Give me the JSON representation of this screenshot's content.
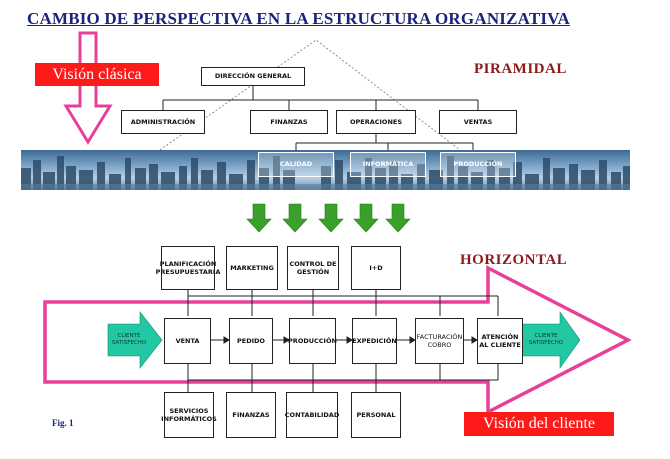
{
  "title": "CAMBIO DE PERSPECTIVA EN LA ESTRUCTURA ORGANIZATIVA",
  "labels": {
    "classic_view": "Visión clásica",
    "client_view": "Visión del cliente",
    "pyramidal": "PIRAMIDAL",
    "horizontal": "HORIZONTAL",
    "figure": "Fig. 1"
  },
  "pyramid": {
    "top": "DIRECCIÓN GENERAL",
    "level2": [
      "ADMINISTRACIÓN",
      "FINANZAS",
      "OPERACIONES",
      "VENTAS"
    ],
    "level3": [
      "CALIDAD",
      "INFORMÁTICA",
      "PRODUCCIÓN"
    ]
  },
  "horizontal": {
    "support_top": [
      "PLANIFICACIÓN PRESUPUESTARIA",
      "MARKETING",
      "CONTROL DE GESTIÓN",
      "I+D"
    ],
    "process": [
      "VENTA",
      "PEDIDO",
      "PRODUCCIÓN",
      "EXPEDICIÓN",
      "FACTURACIÓN COBRO",
      "ATENCIÓN AL CLIENTE"
    ],
    "support_bottom": [
      "SERVICIOS INFORMÁTICOS",
      "FINANZAS",
      "CONTABILIDAD",
      "PERSONAL"
    ],
    "client_in": "CLIENTE SATISFECHO",
    "client_out": "CLIENTE SATISFECHO"
  },
  "colors": {
    "title": "#1a237e",
    "red_label": "#ff1a1a",
    "pink_arrow": "#e8409a",
    "green_arrow": "#3aa02a",
    "teal_arrow": "#22c7a3",
    "section_title": "#8b1a1a"
  }
}
